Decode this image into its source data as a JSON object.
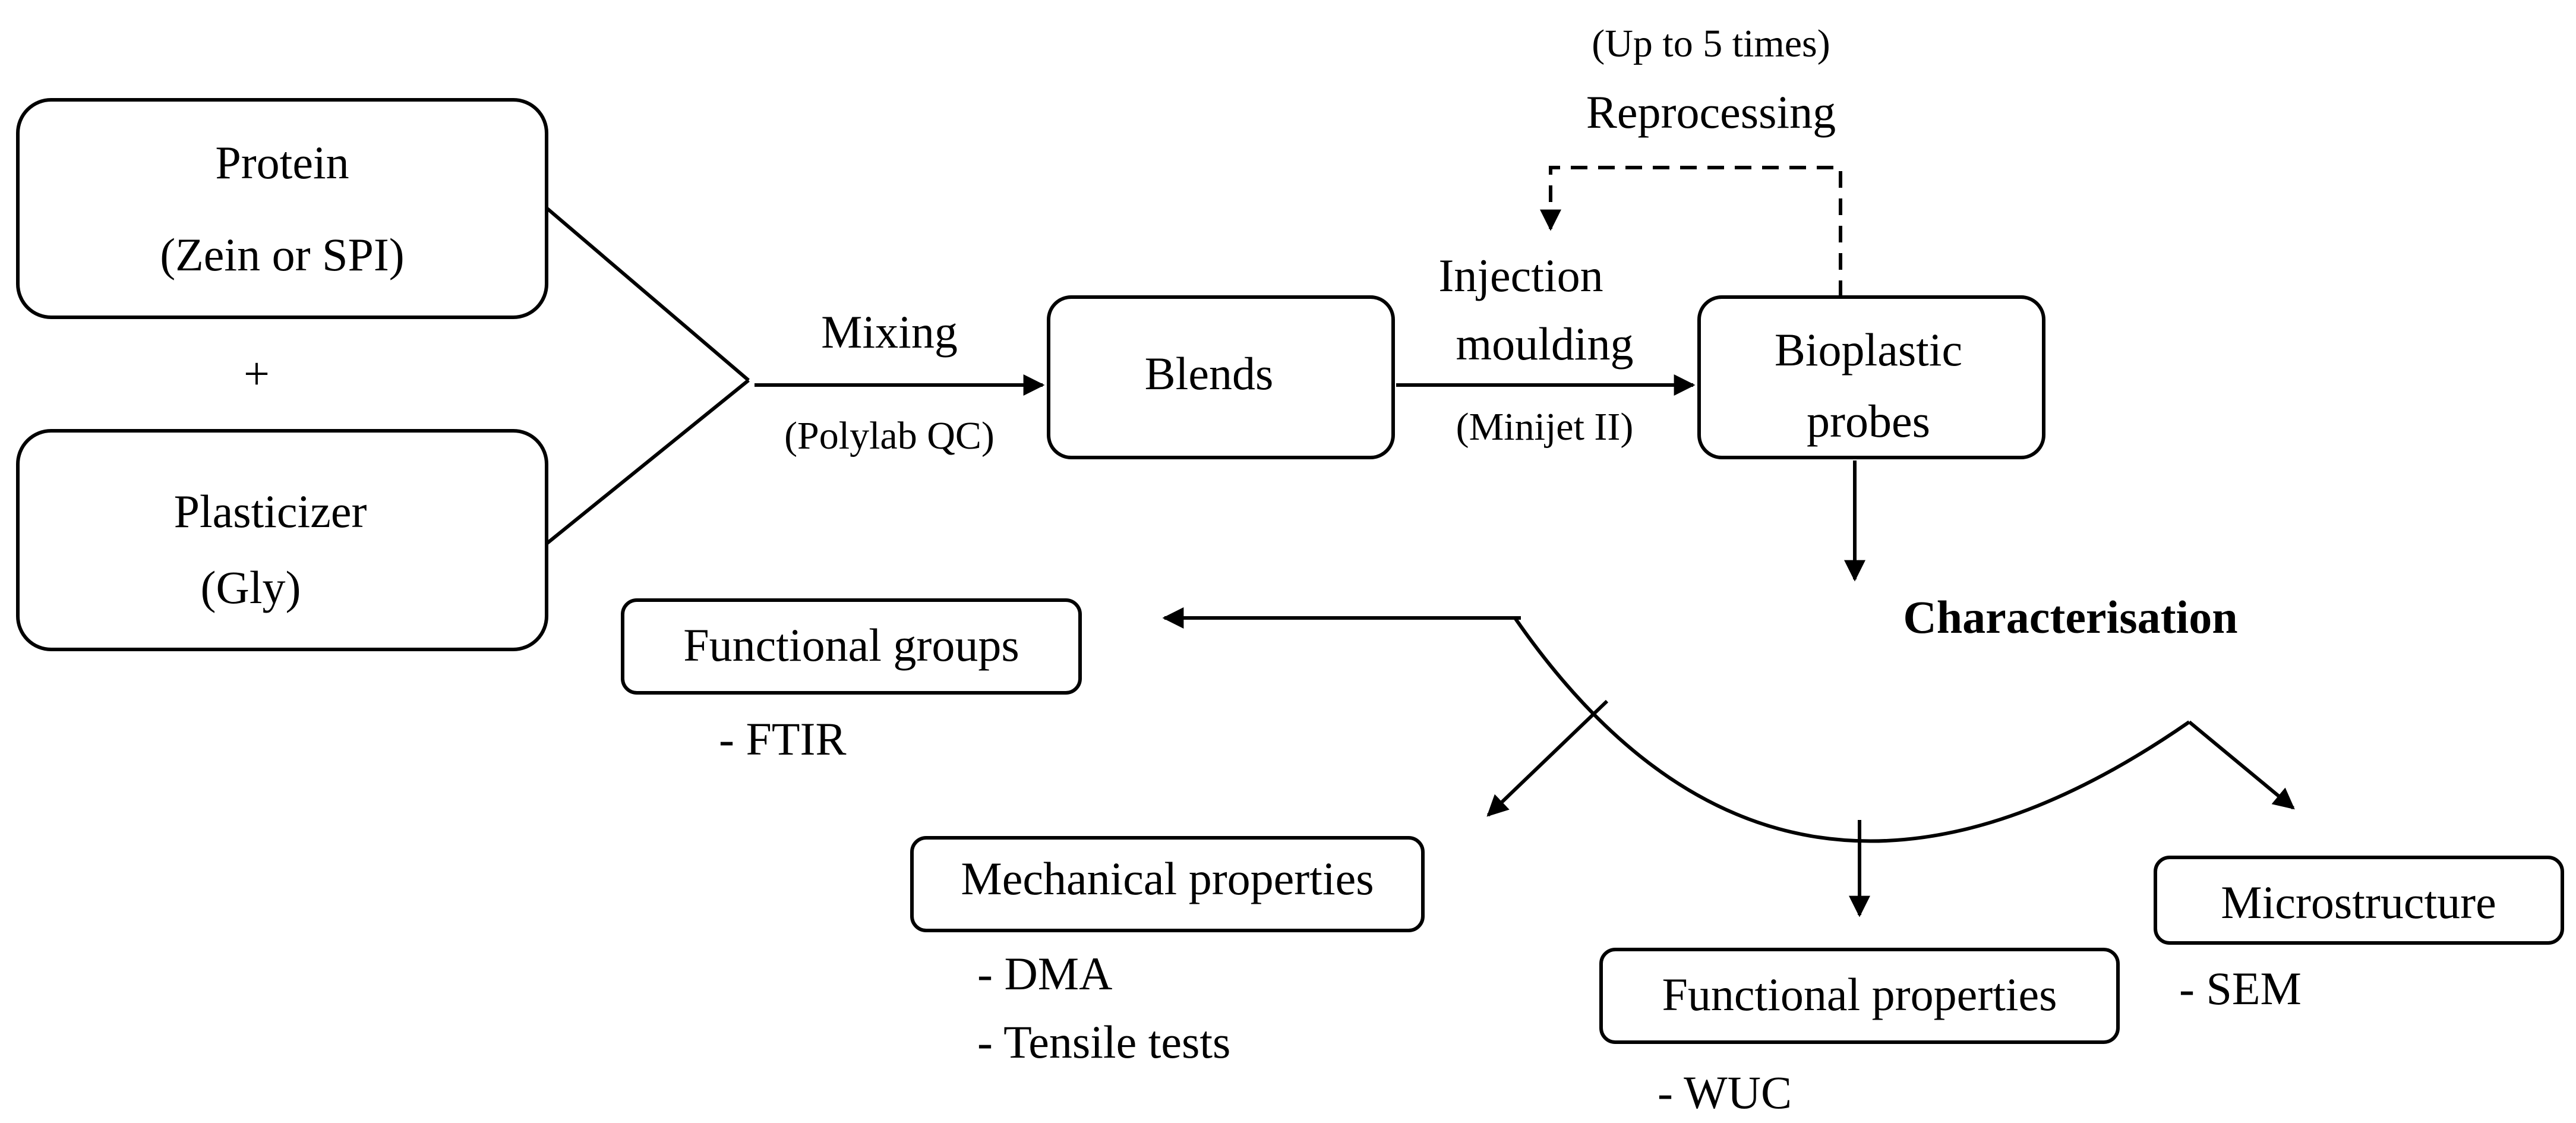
{
  "nodes": {
    "protein": {
      "line1": "Protein",
      "line2": "(Zein or SPI)"
    },
    "plus": "+",
    "plasticizer": {
      "line1": "Plasticizer",
      "line2": "(Gly)"
    },
    "mixing": {
      "label": "Mixing",
      "sublabel": "(Polylab QC)"
    },
    "blends": "Blends",
    "injection": {
      "line1": "Injection",
      "line2": "moulding",
      "sublabel": "(Minijet II)"
    },
    "bioplastic": {
      "line1": "Bioplastic",
      "line2": "probes"
    },
    "reprocessing": {
      "note": "(Up to 5 times)",
      "label": "Reprocessing"
    },
    "characterisation": "Characterisation",
    "functional_groups": {
      "label": "Functional groups",
      "methods": [
        "- FTIR"
      ]
    },
    "mechanical": {
      "label": "Mechanical properties",
      "methods": [
        "- DMA",
        "- Tensile tests"
      ]
    },
    "functional_props": {
      "label": "Functional properties",
      "methods": [
        "- WUC"
      ]
    },
    "microstructure": {
      "label": "Microstructure",
      "methods": [
        "- SEM"
      ]
    }
  },
  "colors": {
    "stroke": "#000000",
    "background": "#ffffff"
  }
}
